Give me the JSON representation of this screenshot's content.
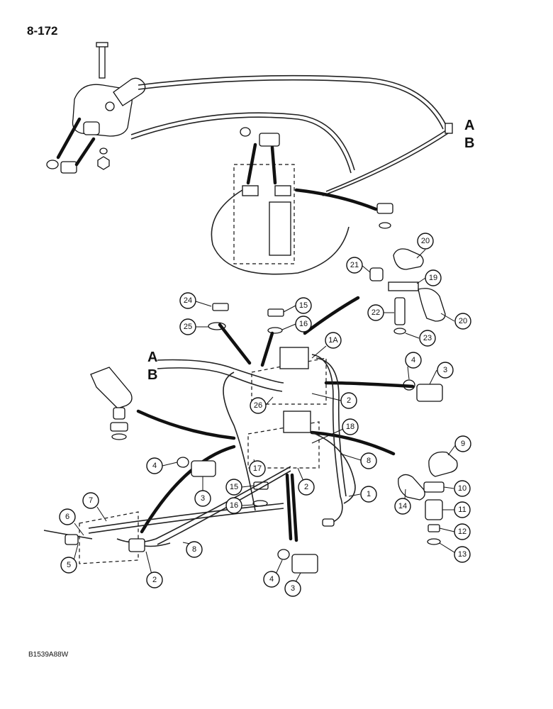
{
  "page": {
    "number": "8-172",
    "figure_code": "B1539A88W"
  },
  "ref_letters": {
    "a": "A",
    "b": "B"
  },
  "callouts": {
    "c1": "1",
    "c1a": "1A",
    "c2a": "2",
    "c2b": "2",
    "c2c": "2",
    "c3a": "3",
    "c3b": "3",
    "c3c": "3",
    "c4a": "4",
    "c4b": "4",
    "c4c": "4",
    "c5": "5",
    "c6": "6",
    "c7": "7",
    "c8a": "8",
    "c8b": "8",
    "c9": "9",
    "c10": "10",
    "c11": "11",
    "c12": "12",
    "c13": "13",
    "c14": "14",
    "c15a": "15",
    "c15b": "15",
    "c16a": "16",
    "c16b": "16",
    "c17": "17",
    "c18": "18",
    "c19": "19",
    "c20a": "20",
    "c20b": "20",
    "c21": "21",
    "c22": "22",
    "c23": "23",
    "c24": "24",
    "c25": "25",
    "c26": "26"
  }
}
